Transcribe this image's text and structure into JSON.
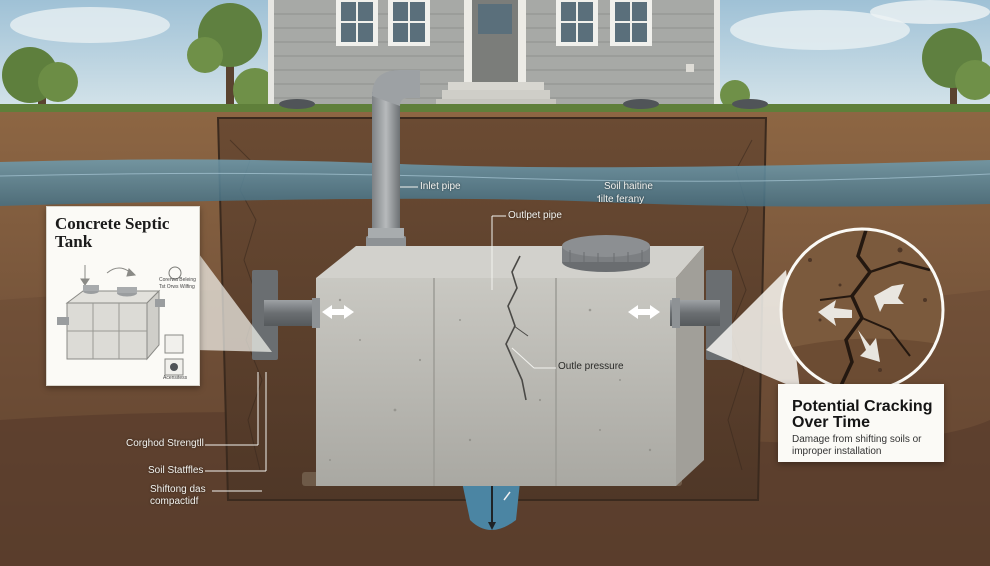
{
  "labels": {
    "inlet_pipe": "Inlet pipe",
    "outlet_pipe": "Outlpet pipe",
    "soil_line_1": "Soil haitine",
    "soil_line_2": "Iilte ferany",
    "outle_pressure": "Outle pressure",
    "corghod": "Corghod Strengtll",
    "soil_statffles": "Soil Statffles",
    "shifting_1": "Shiftong das",
    "shifting_2": "compactidf"
  },
  "left_card": {
    "title_line1": "Concrete Septic",
    "title_line2": "Tank",
    "mini_text_1": "Corerwa Beleing",
    "mini_text_2": "Tst Orws Wilfing",
    "mini_caption": "Acensitess"
  },
  "right_callout": {
    "title_line1": "Potential Cracking",
    "title_line2": "Over Time",
    "subtitle_line1": "Damage from shifting soils or",
    "subtitle_line2": "improper installation"
  },
  "colors": {
    "sky": "#b9d3e2",
    "siding": "#a9aba8",
    "grass": "#5f7f3a",
    "soil_top": "#8a6440",
    "water_band": "#5d8fa3",
    "concrete": "#bdbcb6",
    "card_bg": "#fbfaf6"
  }
}
